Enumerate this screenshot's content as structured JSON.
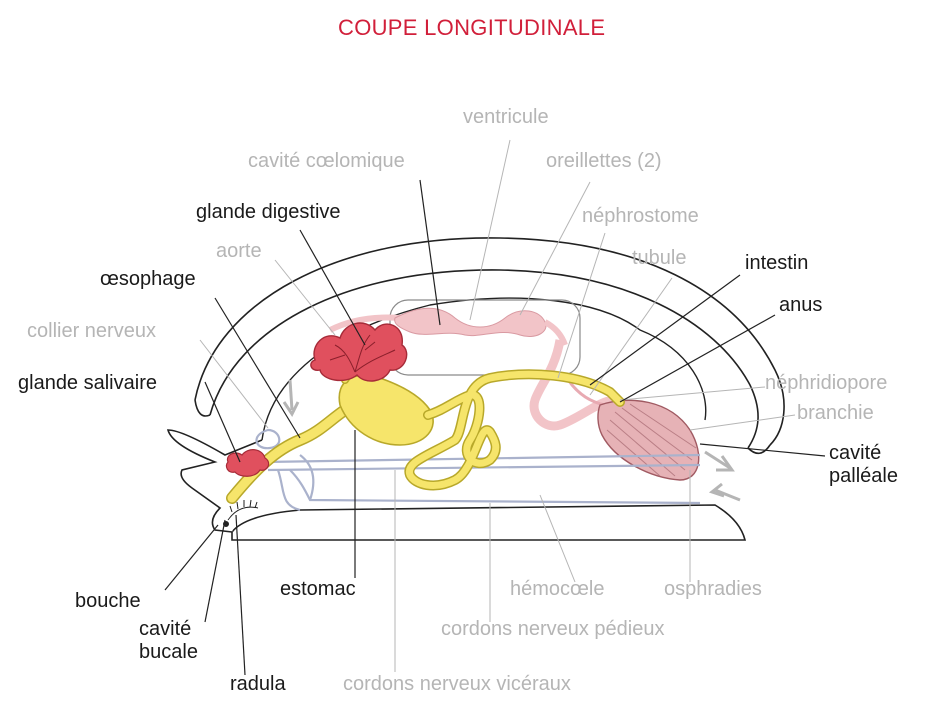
{
  "title": "COUPE LONGITUDINALE",
  "colors": {
    "title": "#d11f3a",
    "dark_label": "#1a1a1a",
    "light_label": "#b5b5b5",
    "digestive_tract": "#f6e56b",
    "digestive_gland": "#e0505e",
    "heart": "#f2c4c8",
    "nerve_cords": "#aab2cc"
  },
  "labels": {
    "ventricule": "ventricule",
    "cavite_coelomique": "cavité cœlomique",
    "oreillettes": "oreillettes (2)",
    "glande_digestive": "glande digestive",
    "nephrostome": "néphrostome",
    "aorte": "aorte",
    "tubule": "tubule",
    "intestin": "intestin",
    "oesophage": "œsophage",
    "anus": "anus",
    "collier_nerveux": "collier nerveux",
    "nephridiopore": "néphridiopore",
    "glande_salivaire": "glande salivaire",
    "branchie": "branchie",
    "cavite_palleale_1": "cavité",
    "cavite_palleale_2": "palléale",
    "bouche": "bouche",
    "estomac": "estomac",
    "hemocoele": "hémocœle",
    "osphradies": "osphradies",
    "cavite_bucale_1": "cavité",
    "cavite_bucale_2": "bucale",
    "cordons_pedieux": "cordons nerveux pédieux",
    "radula": "radula",
    "cordons_visceraux": "cordons nerveux vicéraux"
  }
}
